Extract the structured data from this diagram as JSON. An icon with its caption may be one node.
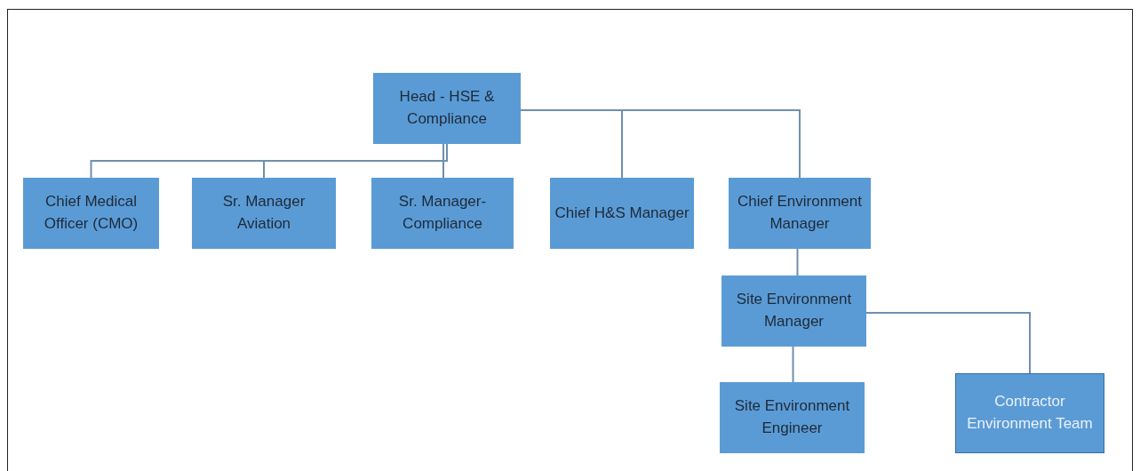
{
  "diagram": {
    "nodes": [
      {
        "text": [
          "Head - HSE & Compliance"
        ]
      },
      {
        "text": [
          "Chief Medical Officer (CMO)"
        ]
      },
      {
        "text": [
          "Sr. Manager Aviation"
        ]
      },
      {
        "text": [
          "Sr. Manager- Compliance"
        ]
      },
      {
        "text": [
          "Chief H&S Manager"
        ]
      },
      {
        "text": [
          "Chief Environment Manager"
        ]
      },
      {
        "text": [
          "Site Environment Manager"
        ]
      },
      {
        "text": [
          "Site Environment Engineer"
        ]
      },
      {
        "text": [
          "Contractor Environment Team"
        ]
      }
    ],
    "edges": [
      {
        "from": 0,
        "to": 1,
        "arrow": "none"
      },
      {
        "from": 0,
        "to": 2,
        "arrow": "none"
      },
      {
        "from": 0,
        "to": 3,
        "arrow": "none"
      },
      {
        "from": 0,
        "to": 4,
        "arrow": "none"
      },
      {
        "from": 0,
        "to": 5,
        "arrow": "none"
      },
      {
        "from": 5,
        "to": 6,
        "arrow": "none"
      },
      {
        "from": 6,
        "to": 7,
        "arrow": "none"
      },
      {
        "from": 6,
        "to": 8,
        "arrow": "none"
      }
    ]
  }
}
